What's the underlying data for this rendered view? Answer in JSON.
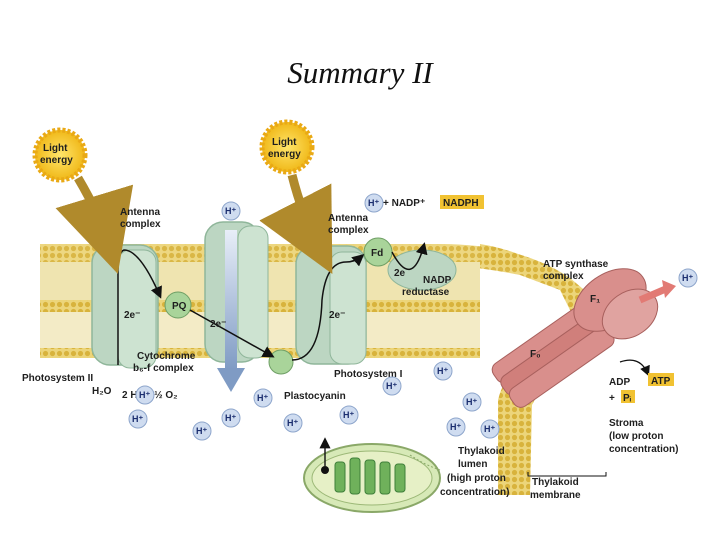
{
  "slide": {
    "title": "Summary II"
  },
  "diagram": {
    "light_energy_1": [
      "Light",
      "energy"
    ],
    "light_energy_2": [
      "Light",
      "energy"
    ],
    "antenna_complex_1": [
      "Antenna",
      "complex"
    ],
    "antenna_complex_2": [
      "Antenna",
      "complex"
    ],
    "pq": "PQ",
    "fd": "Fd",
    "two_e_1": "2e⁻",
    "two_e_2": "2e⁻",
    "two_e_3": "2e⁻",
    "two_e_4": "2e",
    "cytochrome": [
      "Cytochrome",
      "b₆-f complex"
    ],
    "photosystem_2": "Photosystem II",
    "photosystem_1": "Photosystem I",
    "plastocyanin": "Plastocyanin",
    "h2o": "H₂O",
    "water_split": "2 H⁺ + ½ O₂",
    "nadp": "+ NADP⁺",
    "nadph": "NADPH",
    "nadp_reductase": [
      "NADP",
      "reductase"
    ],
    "atp_synthase": [
      "ATP synthase",
      "complex"
    ],
    "f1": "F₁",
    "fo": "F₀",
    "adp": "ADP",
    "plus_pi": "+",
    "pi": "Pᵢ",
    "atp": "ATP",
    "stroma": [
      "Stroma",
      "(low proton",
      "concentration)"
    ],
    "thylakoid_lumen": [
      "Thylakoid",
      "lumen",
      "(high proton",
      "concentration)"
    ],
    "thylakoid_membrane": [
      "Thylakoid",
      "membrane"
    ],
    "h_ion": "H⁺"
  },
  "colors": {
    "membrane": "#e9cf6a",
    "lipid_head": "#d9b43c",
    "protein": "#bcd6c2",
    "atp_synthase": "#d98f8c",
    "highlight": "#f1c232",
    "h_ion_bg": "#cfdcf0",
    "arrow_gradient": "#7f9bc4"
  }
}
